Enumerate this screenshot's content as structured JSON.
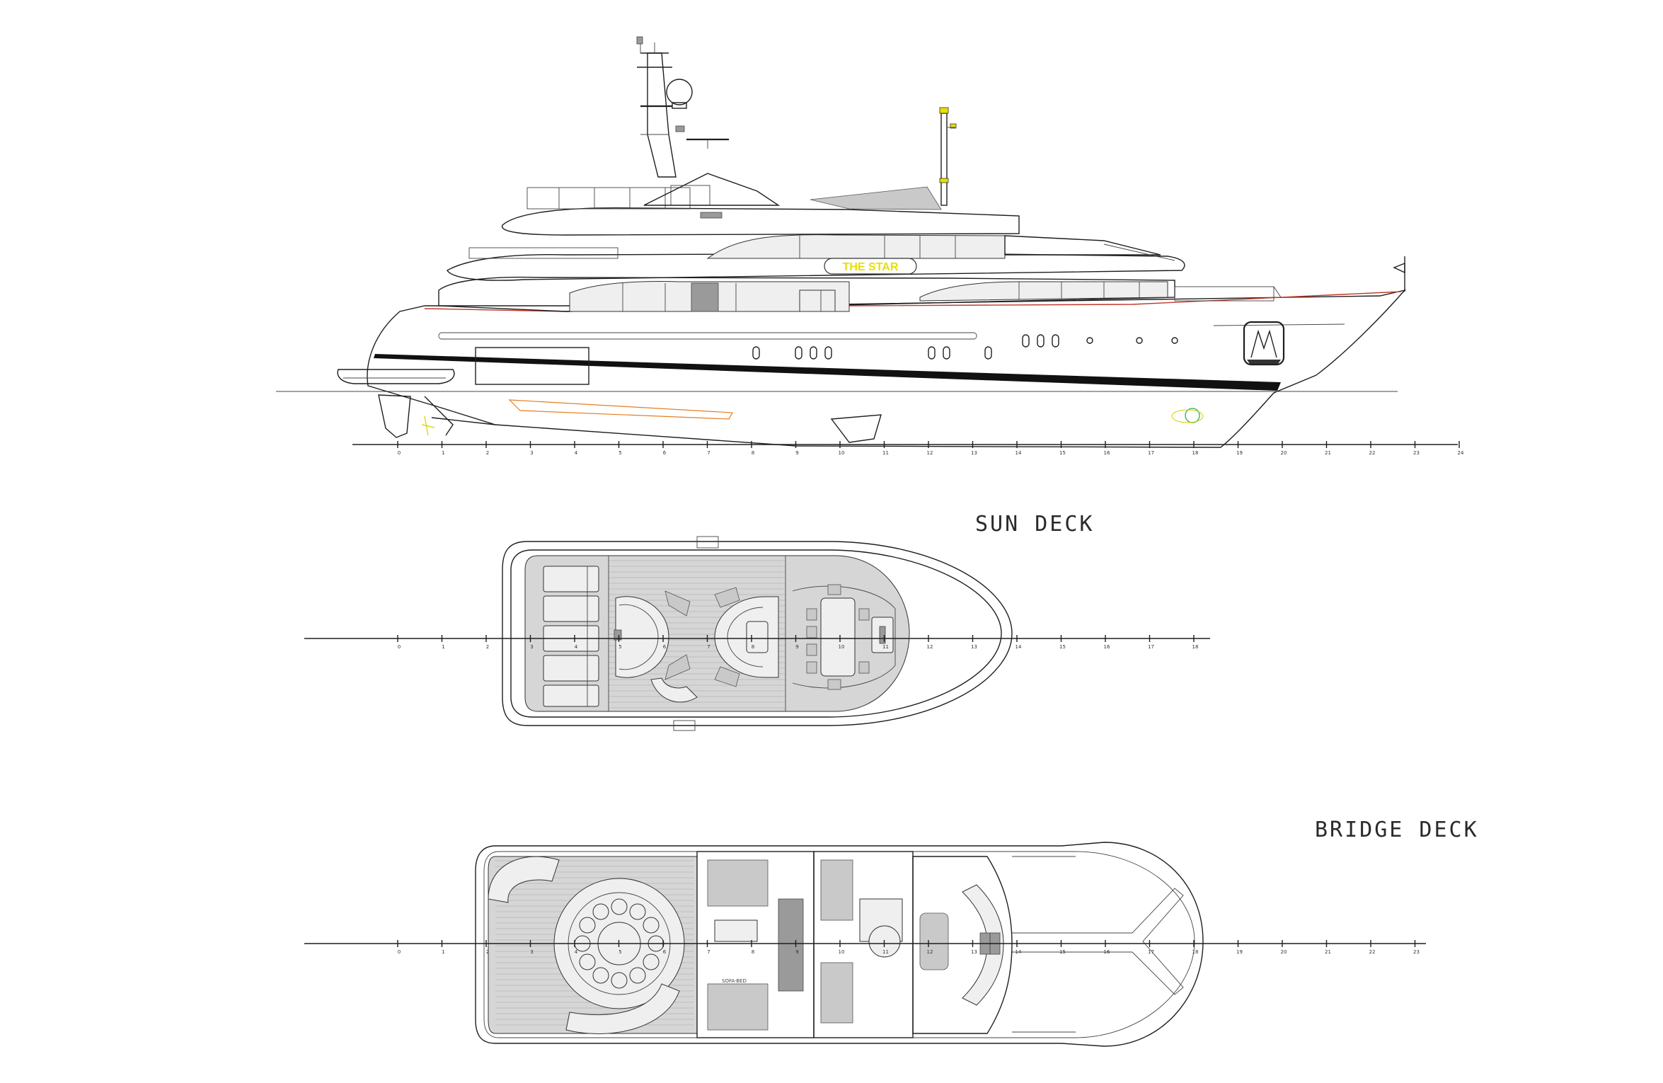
{
  "labels": {
    "yacht_name": "THE STAR",
    "sun_deck": "SUN DECK",
    "bridge_deck": "BRIDGE DECK",
    "sofa_note": "SOFA-BED"
  },
  "frames": {
    "profile": [
      "0",
      "1",
      "2",
      "3",
      "4",
      "5",
      "6",
      "7",
      "8",
      "9",
      "10",
      "11",
      "12",
      "13",
      "14",
      "15",
      "16",
      "17",
      "18",
      "19",
      "20",
      "21",
      "22",
      "23",
      "24"
    ],
    "sun_deck": [
      "0",
      "1",
      "2",
      "3",
      "4",
      "5",
      "6",
      "7",
      "8",
      "9",
      "10",
      "11",
      "12",
      "13",
      "14",
      "15",
      "16",
      "17",
      "18"
    ],
    "bridge_deck": [
      "0",
      "1",
      "2",
      "3",
      "4",
      "5",
      "6",
      "7",
      "8",
      "9",
      "10",
      "11",
      "12",
      "13",
      "14",
      "15",
      "16",
      "17",
      "18",
      "19",
      "20",
      "21",
      "22",
      "23"
    ]
  },
  "colors": {
    "line": "#1e1e1e",
    "sheer_line": "#c0392b",
    "name_text": "#e8e000",
    "keel_orange": "#e67e22",
    "green_mark": "#3cb371"
  },
  "icons": {
    "logo": "sail-emblem-icon"
  }
}
